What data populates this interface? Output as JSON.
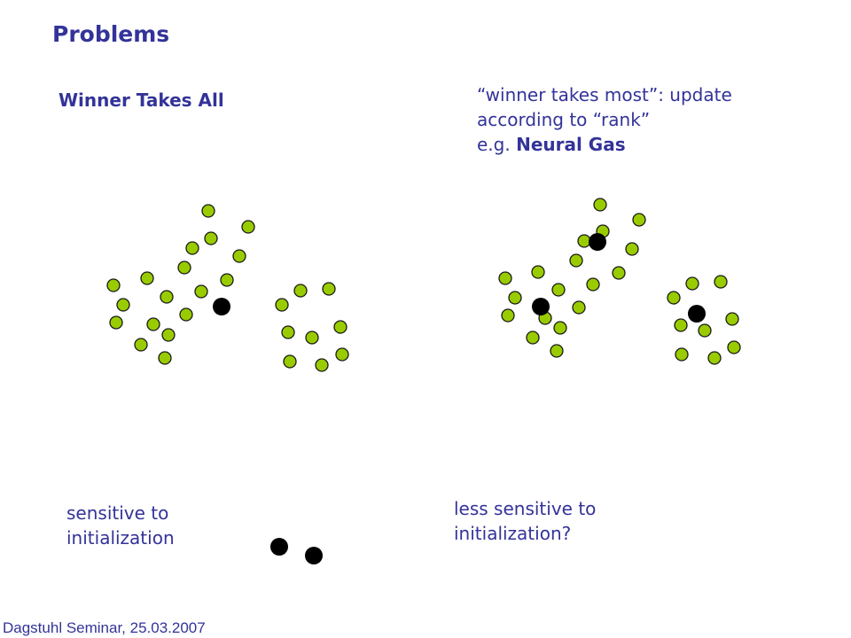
{
  "title": "Problems",
  "left": {
    "heading": "Winner Takes All",
    "note": [
      "sensitive to",
      "initialization"
    ]
  },
  "right": {
    "heading": [
      "“winner takes most”: update",
      "according to “rank”"
    ],
    "heading_prefix": "e.g. ",
    "heading_bold": "Neural Gas",
    "note": [
      "less sensitive to",
      "initialization?"
    ]
  },
  "footer": "Dagstuhl Seminar, 25.03.2007",
  "colors": {
    "text": "#333399",
    "data_point": "#99cc00",
    "prototype": "#000000"
  }
}
